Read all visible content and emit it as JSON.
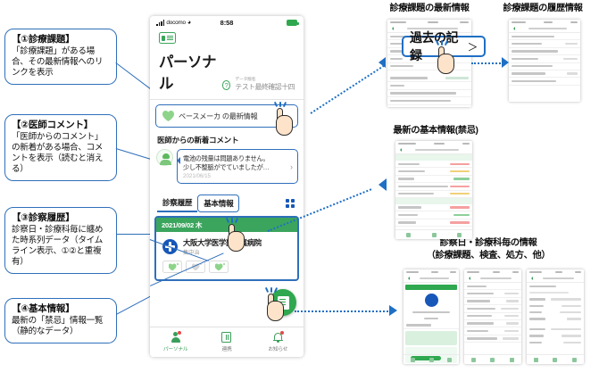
{
  "callouts": [
    {
      "title": "【①診療課題】",
      "body": "「診療課題」がある場合、その最新情報へのリンクを表示"
    },
    {
      "title": "【②医師コメント】",
      "body": "「医師からのコメント」の新着がある場合、コメントを表示（読むと消える）"
    },
    {
      "title": "【③診察履歴】",
      "body": "診察日・診療科毎に纏めた時系列データ（タイムライン表示、①②と重複有）"
    },
    {
      "title": "【④基本情報】",
      "body": "最新の「禁忌」情報一覧（静的なデータ）"
    }
  ],
  "phone": {
    "status": {
      "carrier": "docomo",
      "time": "8:58"
    },
    "header": {
      "title": "パーソナル",
      "help_icon": "?",
      "data_label_key": "データ版名",
      "data_label_value": "テスト最終確認十四"
    },
    "pacemaker_row": {
      "label": "ペースメーカ の最新情報",
      "icon": "heart-icon"
    },
    "comments": {
      "section_title": "医師からの新着コメント",
      "line1": "電池の残量は問題ありません。",
      "line2": "少し不整脈がでていましたが…",
      "date": "2021/06/15",
      "chevron": "›"
    },
    "tabs": [
      {
        "label": "診察履歴",
        "selected": true
      },
      {
        "label": "基本情報",
        "selected": false
      }
    ],
    "history": {
      "date_badge": "2021/09/02 木",
      "hospital_name": "大阪大学医学部附属病院",
      "hospital_sub": "集中治"
    },
    "fab": {
      "icon": "document-icon"
    },
    "tabbar": [
      {
        "label": "パーソナル",
        "icon": "person-icon",
        "active": true
      },
      {
        "label": "連携",
        "icon": "building-icon",
        "active": false
      },
      {
        "label": "お知らせ",
        "icon": "bell-icon",
        "active": false
      }
    ]
  },
  "right": {
    "headings": [
      "診療課題の最新情報",
      "診療課題の履歴情報",
      "最新の基本情報(禁忌)",
      "診察日・診療科毎の情報",
      "（診療課題、検査、処方、他）"
    ],
    "overlay_button": {
      "label": "過去の記録",
      "chevron": "＞"
    }
  },
  "colors": {
    "accent_blue": "#2f6fba",
    "dot_blue": "#1f6fc4",
    "green": "#2fa84f",
    "green_bar": "#3ba55d",
    "hospital_blue": "#1757b8",
    "red_badge": "#e34b4b"
  }
}
